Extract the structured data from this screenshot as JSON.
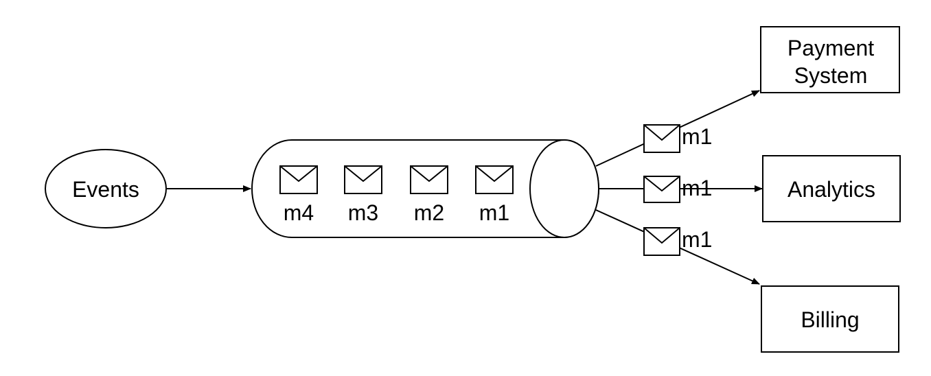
{
  "source": {
    "label": "Events",
    "icon": "ellipse-shape"
  },
  "queue": {
    "icon": "cylinder-shape",
    "messages": [
      {
        "label": "m4",
        "icon": "envelope-icon"
      },
      {
        "label": "m3",
        "icon": "envelope-icon"
      },
      {
        "label": "m2",
        "icon": "envelope-icon"
      },
      {
        "label": "m1",
        "icon": "envelope-icon"
      }
    ]
  },
  "consumers": [
    {
      "label_lines": [
        "Payment",
        "System"
      ],
      "message_label": "m1",
      "icon": "envelope-icon"
    },
    {
      "label_lines": [
        "Analytics"
      ],
      "message_label": "m1",
      "icon": "envelope-icon"
    },
    {
      "label_lines": [
        "Billing"
      ],
      "message_label": "m1",
      "icon": "envelope-icon"
    }
  ],
  "colors": {
    "stroke": "#000000",
    "fill": "#ffffff",
    "text": "#000000"
  }
}
